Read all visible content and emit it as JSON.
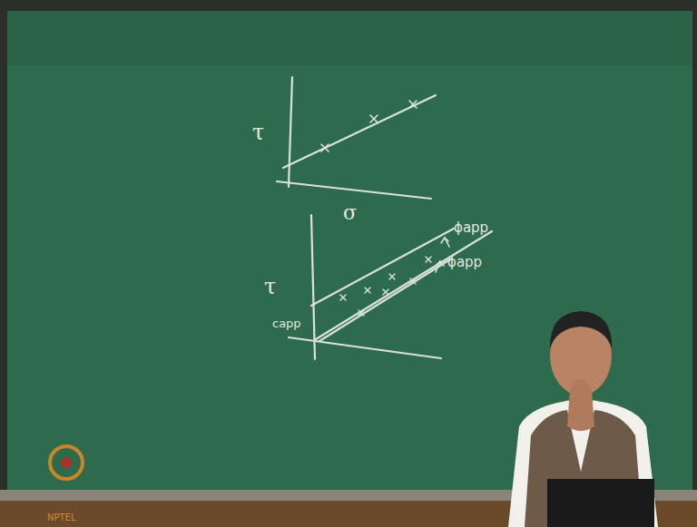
{
  "diagram": {
    "labels": [
      "τ",
      "σ",
      "τ",
      "capp",
      "ϕapp",
      "ϕapp",
      "NPTEL"
    ]
  }
}
